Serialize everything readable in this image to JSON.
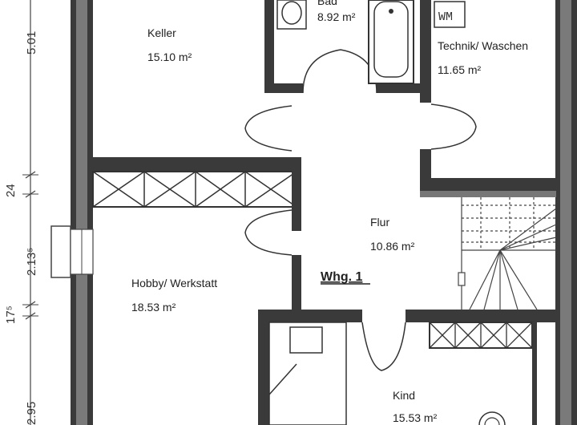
{
  "rooms": {
    "keller": {
      "name": "Keller",
      "area": "15.10 m²"
    },
    "bad": {
      "name": "Bad",
      "area": "8.92 m²"
    },
    "technik": {
      "name": "Technik/ Waschen",
      "area": "11.65 m²"
    },
    "flur": {
      "name": "Flur",
      "area": "10.86 m²"
    },
    "hobby": {
      "name": "Hobby/ Werkstatt",
      "area": "18.53 m²"
    },
    "kind": {
      "name": "Kind",
      "area": "15.53 m²"
    }
  },
  "unit_label": "Whg. 1",
  "washer_label": "WM",
  "dimensions": {
    "d1": "5.01",
    "d2": "24",
    "d3": "2.13⁵",
    "d4": "17⁵",
    "d5": "2.95"
  },
  "colors": {
    "wall": "#333333",
    "line": "#555555"
  }
}
